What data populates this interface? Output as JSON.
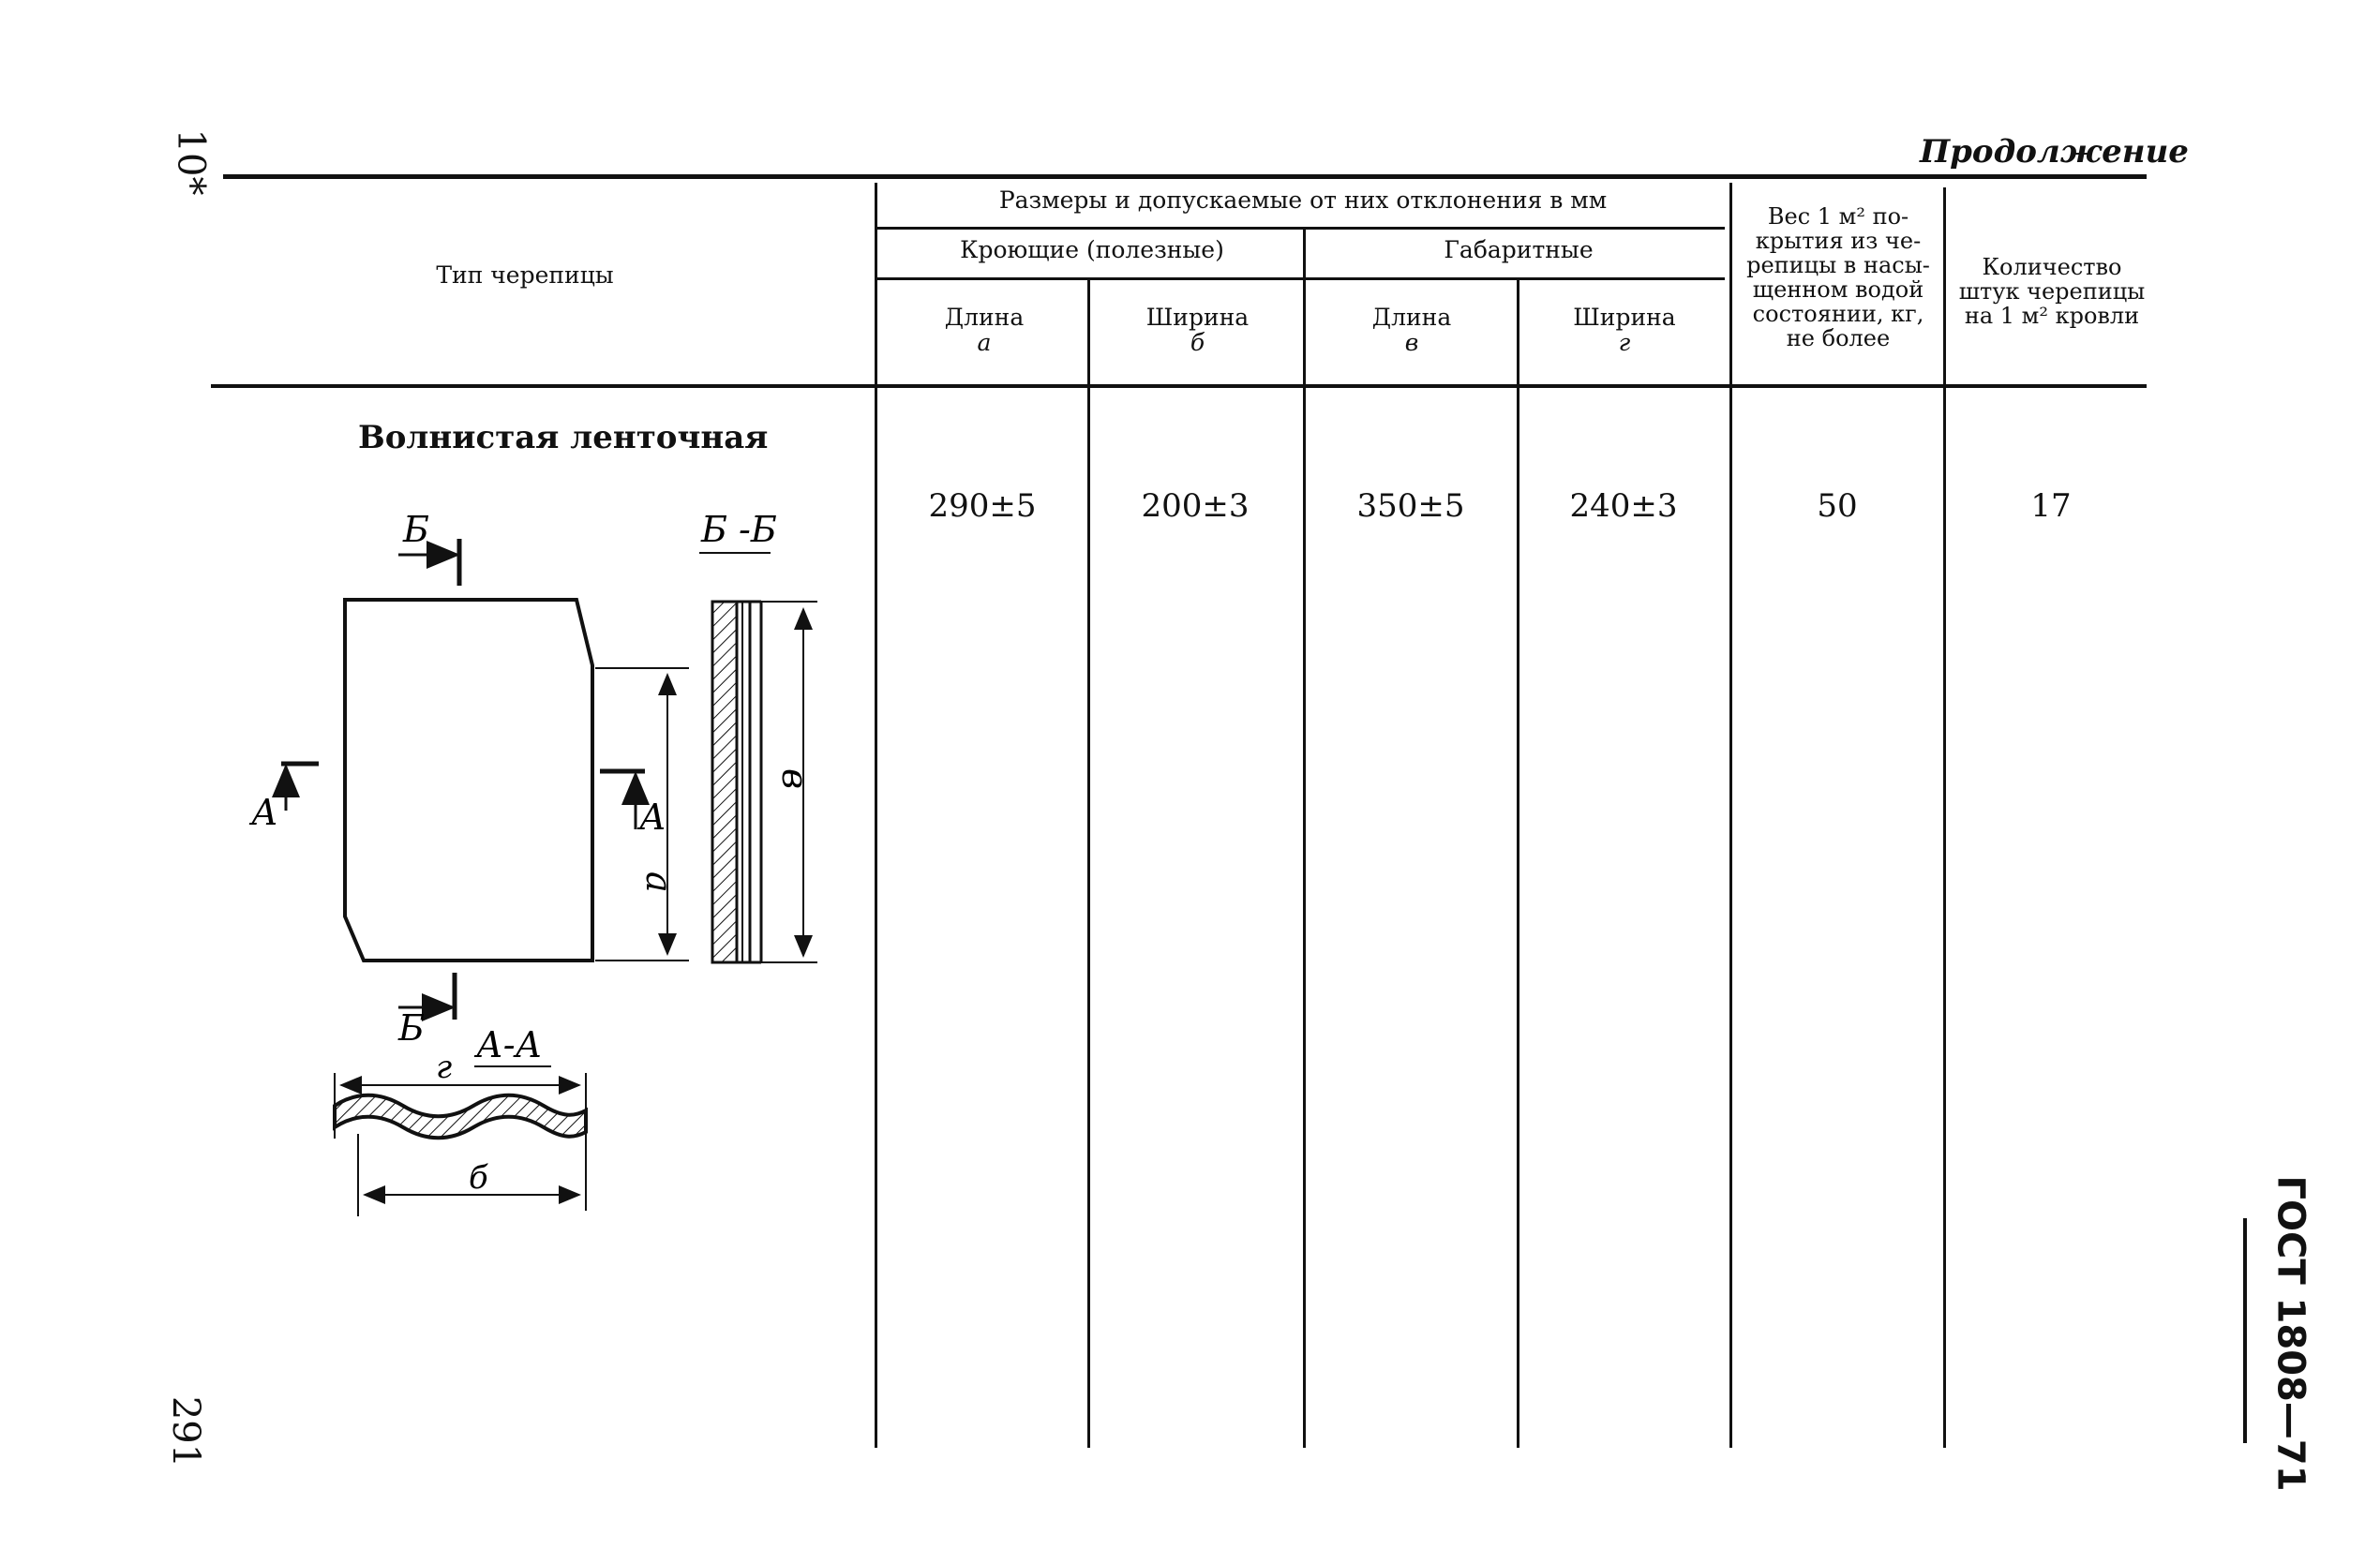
{
  "page": {
    "corner_label": "10*",
    "page_number": "291",
    "continuation": "Продолжение",
    "standard": "ГОСТ 1808—71"
  },
  "table": {
    "col_type_header": "Тип черепицы",
    "group_header": "Размеры и допускаемые от них отклонения в мм",
    "sub_covering": "Кроющие (полезные)",
    "sub_overall": "Габаритные",
    "columns": [
      {
        "name": "Длина",
        "sym": "а"
      },
      {
        "name": "Ширина",
        "sym": "б"
      },
      {
        "name": "Длина",
        "sym": "в"
      },
      {
        "name": "Ширина",
        "sym": "г"
      }
    ],
    "weight_header": [
      "Вес 1 м² по-",
      "крытия из че-",
      "репицы в насы-",
      "щенном водой",
      "состоянии, кг,",
      "не более"
    ],
    "count_header": [
      "Количество",
      "штук черепицы",
      "на 1 м² кровли"
    ],
    "row": {
      "type": "Волнистая ленточная",
      "values": [
        "290±5",
        "200±3",
        "350±5",
        "240±3",
        "50",
        "17"
      ]
    }
  },
  "drawing": {
    "section_bb": "Б -Б",
    "section_aa": "А-А",
    "mark_b": "Б",
    "mark_a": "А",
    "dim_a": "а",
    "dim_v": "в",
    "dim_g": "г",
    "dim_b": "б"
  }
}
